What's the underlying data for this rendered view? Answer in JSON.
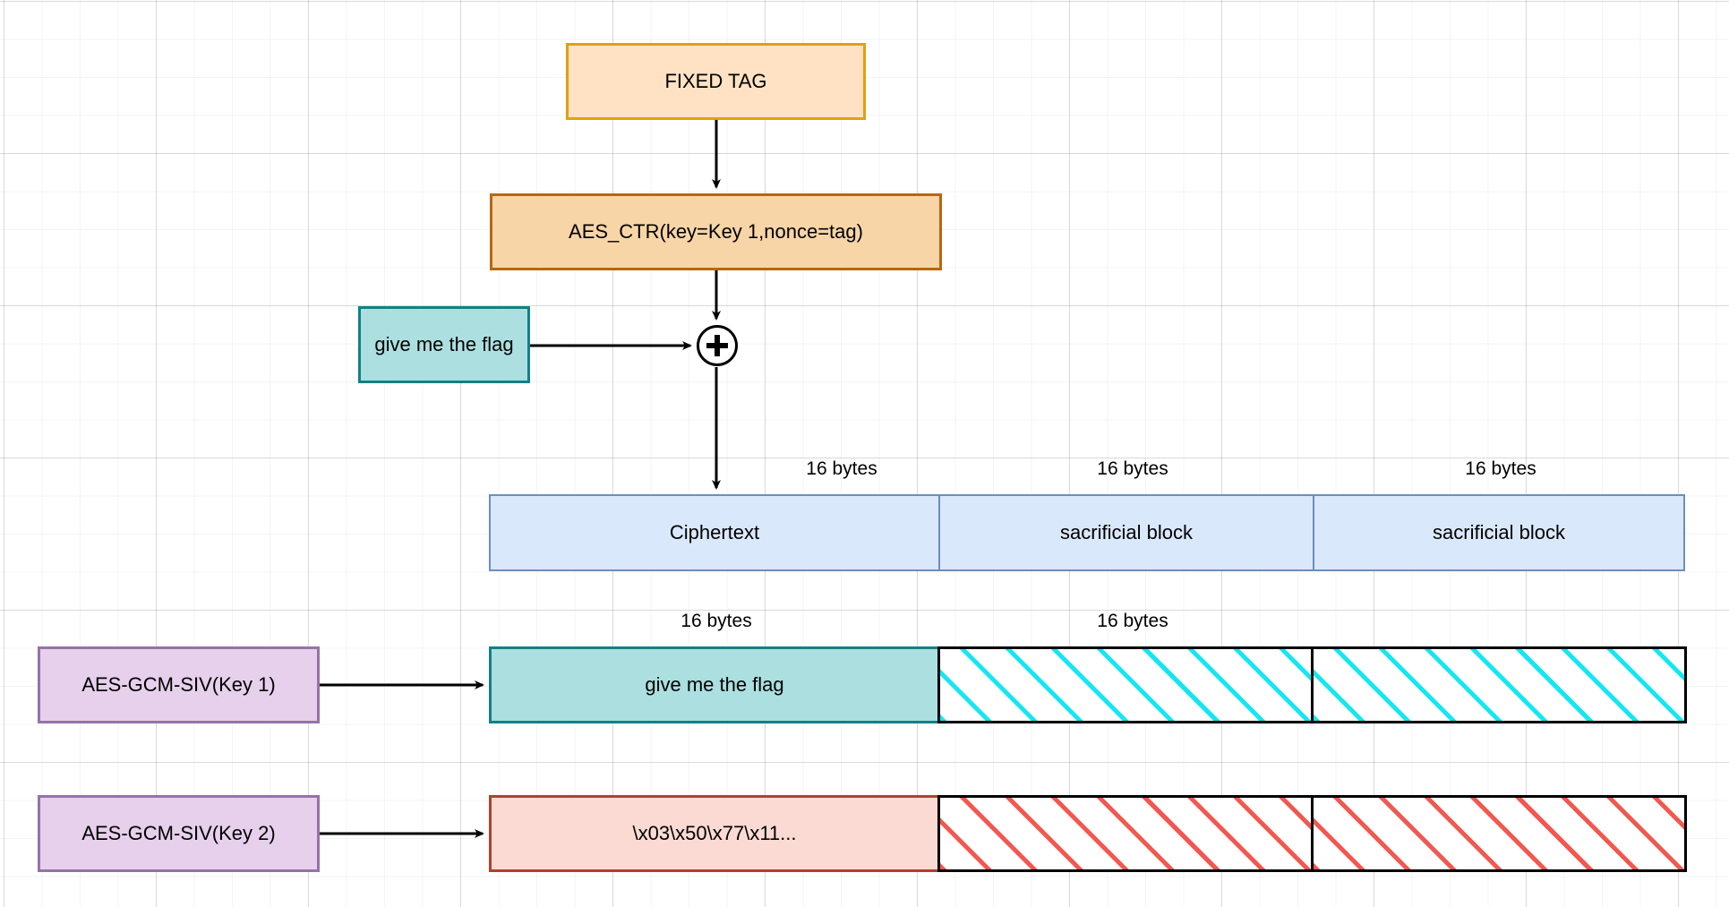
{
  "diagram": {
    "title": "AES-GCM-SIV key-commitment attack diagram",
    "nodes": {
      "fixed_tag": "FIXED TAG",
      "aes_ctr": "AES_CTR(key=Key 1,nonce=tag)",
      "plaintext_small": "give me the flag",
      "xor_symbol": "+",
      "key1_label": "AES-GCM-SIV(Key 1)",
      "key2_label": "AES-GCM-SIV(Key 2)"
    },
    "ciphertext_row": {
      "size_labels": [
        "16 bytes",
        "16 bytes",
        "16 bytes"
      ],
      "cells": [
        "Ciphertext",
        "sacrificial block",
        "sacrificial block"
      ]
    },
    "key1_row": {
      "size_labels": [
        "16 bytes",
        "16 bytes"
      ],
      "cells": [
        "give me the flag",
        "",
        ""
      ]
    },
    "key2_row": {
      "size_labels": [],
      "cells": [
        "\\x03\\x50\\x77\\x11...",
        "",
        ""
      ]
    },
    "colors": {
      "fixed_tag_fill": "#ffe2c4",
      "fixed_tag_stroke": "#e2a00c",
      "aes_ctr_fill": "#f8d5a6",
      "aes_ctr_stroke": "#b86712",
      "teal_fill": "#abdfe0",
      "teal_stroke": "#128185",
      "blue_fill": "#dae8fc",
      "blue_stroke": "#6c8ebf",
      "purple_fill": "#e6d0ec",
      "purple_stroke": "#9673a6",
      "pink_fill": "#fadad3",
      "pink_stroke": "#b2402c",
      "cyan_hatch": "#16e6f2",
      "red_hatch": "#f2584f",
      "edge": "#000000"
    }
  }
}
